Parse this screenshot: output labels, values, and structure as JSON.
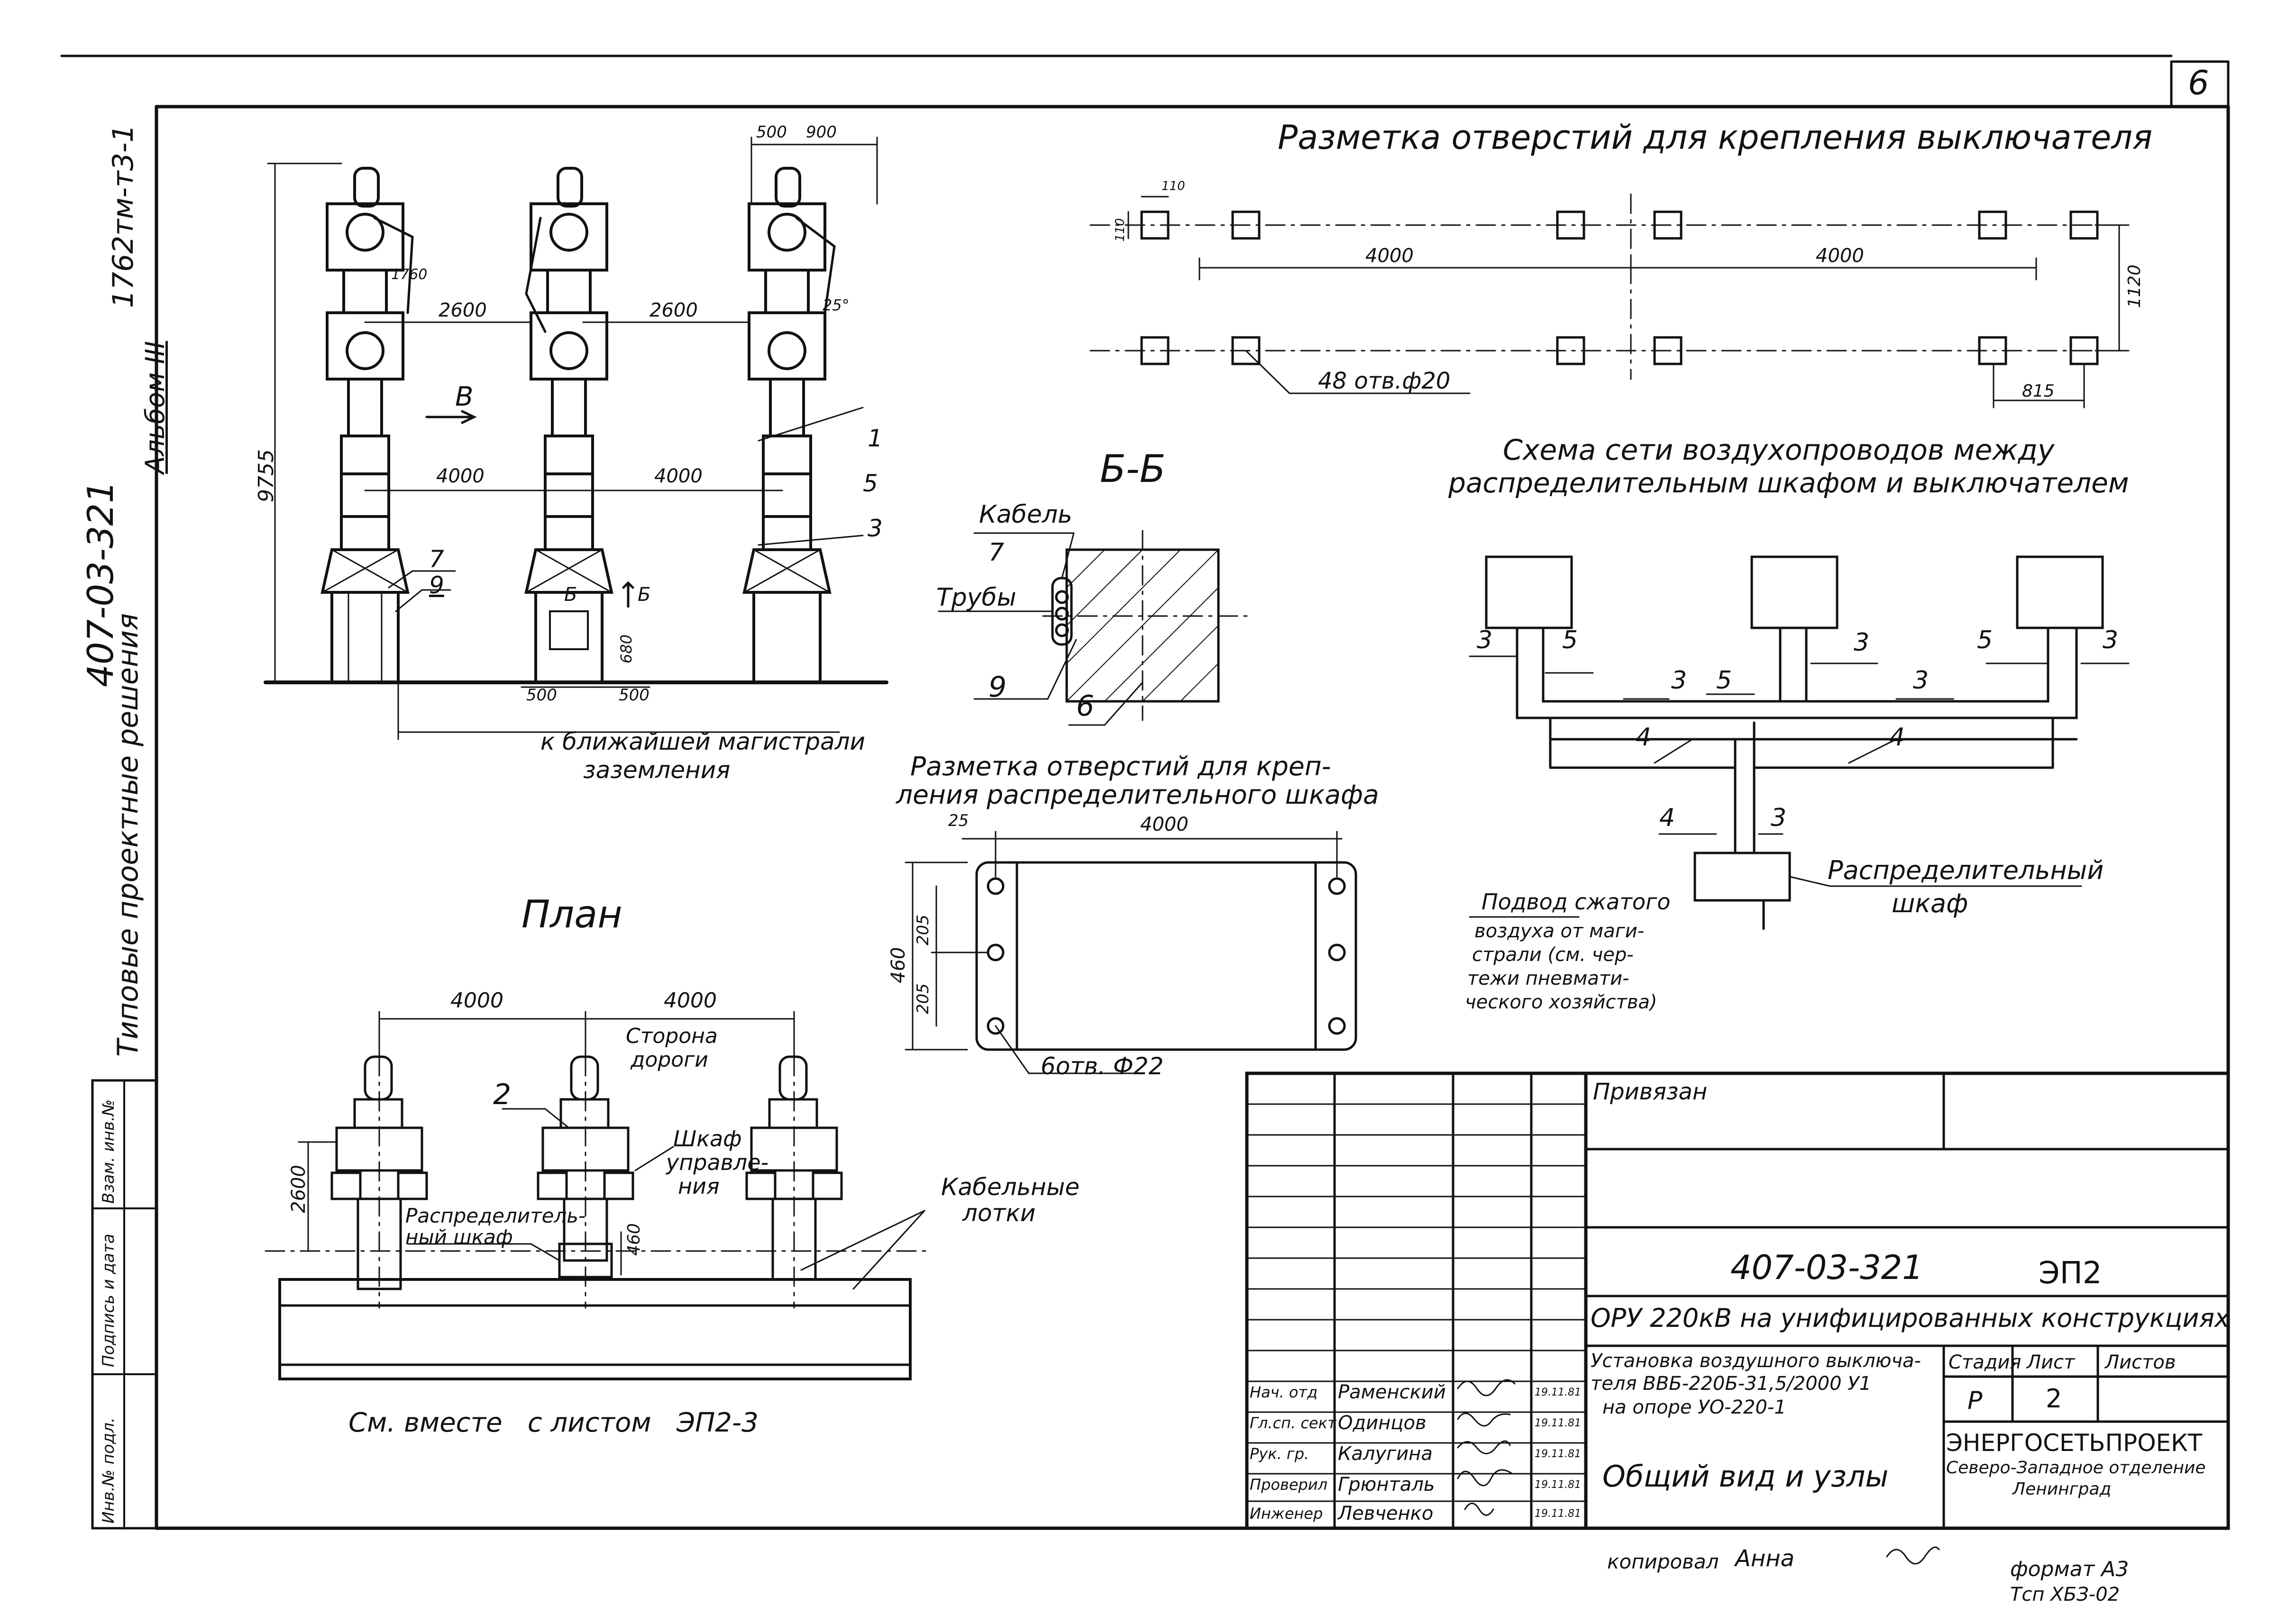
{
  "sheet": {
    "sheet_number": "6",
    "spine": {
      "album": "Альбом III",
      "code": "1762тм-т3-1",
      "project_code": "407-03-321",
      "series": "Типовые проектные решения",
      "field_inv": "Инв.№ подл.",
      "field_sign": "Подпись и дата",
      "field_replace": "Взам. инв.№"
    }
  },
  "elevation": {
    "dim_500": "500",
    "dim_900": "900",
    "dim_1760": "1760",
    "dim_2600_a": "2600",
    "dim_2600_b": "2600",
    "dim_25": "25°",
    "dim_9755": "9755",
    "dim_4000_a": "4000",
    "dim_4000_b": "4000",
    "dim_680": "680",
    "dim_500_a": "500",
    "dim_500_b": "500",
    "view_arrow": "В",
    "section_mark_1": "Б",
    "section_mark_2": "Б",
    "pos_1": "1",
    "pos_5": "5",
    "pos_3": "3",
    "pos_7": "7",
    "pos_9": "9",
    "ground_note_1": "к ближайшей магистрали",
    "ground_note_2": "заземления"
  },
  "holes_breaker": {
    "title": "Разметка отверстий для крепления выключателя",
    "dim_110_a": "110",
    "dim_110_b": "110",
    "dim_4000_a": "4000",
    "dim_4000_b": "4000",
    "dim_1120": "1120",
    "dim_815": "815",
    "holes_note": "48 отв.ф20"
  },
  "section_bb": {
    "title": "Б-Б",
    "cable": "Кабель",
    "pos_7": "7",
    "pipes": "Трубы",
    "pos_9": "9",
    "pos_6": "6"
  },
  "holes_cabinet": {
    "title_1": "Разметка отверстий для креп-",
    "title_2": "ления распределительного шкафа",
    "dim_25": "25",
    "dim_4000": "4000",
    "dim_460": "460",
    "dim_205_a": "205",
    "dim_205_b": "205",
    "holes_note": "6отв. Ф22"
  },
  "air_scheme": {
    "title_1": "Схема сети воздухопроводов между",
    "title_2": "распределительным шкафом и выключателем",
    "labels": [
      "3",
      "5",
      "3",
      "5",
      "3",
      "3",
      "5",
      "3",
      "4",
      "4",
      "4",
      "3"
    ],
    "cabinet_1": "Распределительный",
    "cabinet_2": "шкаф",
    "supply": [
      "Подвод сжатого",
      "воздуха от маги-",
      "страли (см. чер-",
      "тежи пневмати-",
      "ческого хозяйства)"
    ]
  },
  "plan": {
    "title": "План",
    "dim_4000_a": "4000",
    "dim_4000_b": "4000",
    "road_1": "Сторона",
    "road_2": "дороги",
    "pos_2": "2",
    "control_1": "Шкаф",
    "control_2": "управле-",
    "control_3": "ния",
    "dist_1": "Распределитель-",
    "dist_2": "ный шкаф",
    "dim_2600": "2600",
    "dim_460": "460",
    "trays_1": "Кабельные",
    "trays_2": "лотки",
    "see_also": "См. вместе   с листом   ЭП2-3"
  },
  "title_block": {
    "attached": "Привязан",
    "doc_code": "407-03-321",
    "sheet_code": "ЭП2",
    "project": "ОРУ 220кВ на унифицированных конструкциях",
    "desc_1": "Установка воздушного выключа-",
    "desc_2": "теля ВВБ-220Б-31,5/2000 У1",
    "desc_3": "на опоре УО-220-1",
    "stage_h": "Стадия",
    "sheet_h": "Лист",
    "sheets_h": "Листов",
    "stage": "Р",
    "sheet": "2",
    "drawing_name": "Общий вид и узлы",
    "org_1": "ЭНЕРГОСЕТЬПРОЕКТ",
    "org_2": "Северо-Западное отделение",
    "org_3": "Ленинград",
    "people": [
      {
        "role": "Нач. отд",
        "name": "Раменский",
        "date": "19.11.81"
      },
      {
        "role": "Гл.сп. сект",
        "name": "Одинцов",
        "date": "19.11.81"
      },
      {
        "role": "Рук. гр.",
        "name": "Калугина",
        "date": "19.11.81"
      },
      {
        "role": "Проверил",
        "name": "Грюнталь",
        "date": "19.11.81"
      },
      {
        "role": "Инженер",
        "name": "Левченко",
        "date": "19.11.81"
      }
    ]
  },
  "footer": {
    "copied": "копировал",
    "copied_sig": "Анна",
    "format_1": "формат А3",
    "format_2": "Тсп ХБЗ-02"
  }
}
